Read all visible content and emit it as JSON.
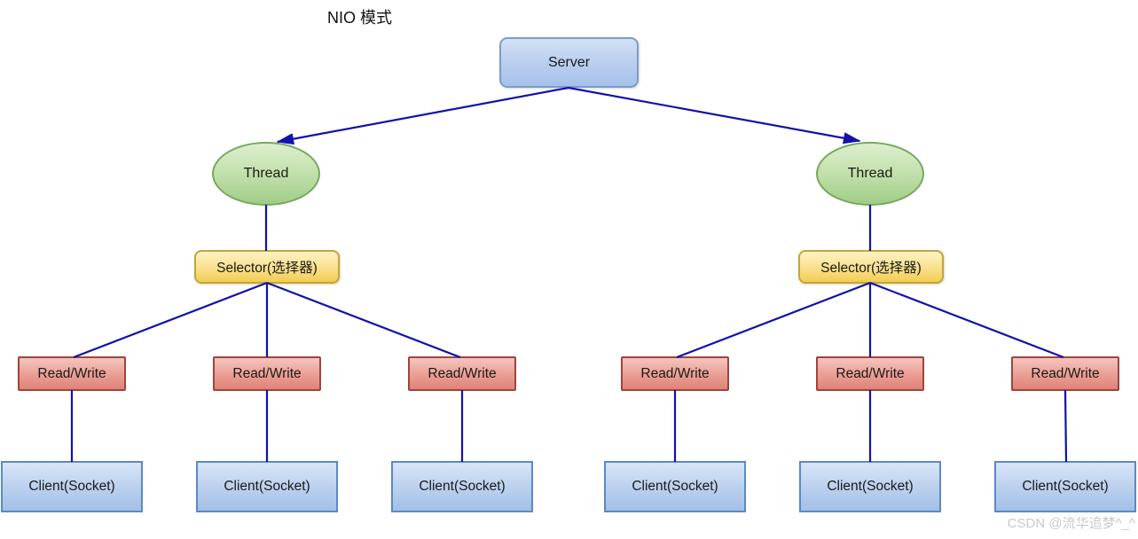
{
  "title": "NIO 模式",
  "watermark": "CSDN @流华追梦^_^",
  "diagram": {
    "type": "tree",
    "edge_color": "#1212a8",
    "nodes": {
      "server": {
        "label": "Server",
        "shape": "rounded-rect",
        "count": 1,
        "fill_top": "#d3e1f6",
        "fill_bottom": "#a6c1ea",
        "border": "#7d9cc9"
      },
      "thread": {
        "label": "Thread",
        "shape": "ellipse",
        "count": 2,
        "fill_top": "#dcefce",
        "fill_bottom": "#a0cd87",
        "border": "#78a85e"
      },
      "selector": {
        "label": "Selector(选择器)",
        "shape": "rounded-rect",
        "count": 2,
        "fill_top": "#fdf2c3",
        "fill_bottom": "#f2cd52",
        "border": "#c4a43c"
      },
      "read_write": {
        "label": "Read/Write",
        "shape": "rect",
        "count": 6,
        "fill_top": "#f4c5be",
        "fill_bottom": "#e08378",
        "border": "#9e443f"
      },
      "client": {
        "label": "Client(Socket)",
        "shape": "rect",
        "count": 6,
        "fill_top": "#d8e5f8",
        "fill_bottom": "#a2c0e7",
        "border": "#5d89c1"
      }
    },
    "edges": [
      {
        "from": "server",
        "to": "thread-left",
        "arrow": true
      },
      {
        "from": "server",
        "to": "thread-right",
        "arrow": true
      },
      {
        "from": "thread-left",
        "to": "selector-left",
        "arrow": false
      },
      {
        "from": "thread-right",
        "to": "selector-right",
        "arrow": false
      },
      {
        "from": "selector-left",
        "to": "read_write-1",
        "arrow": false
      },
      {
        "from": "selector-left",
        "to": "read_write-2",
        "arrow": false
      },
      {
        "from": "selector-left",
        "to": "read_write-3",
        "arrow": false
      },
      {
        "from": "selector-right",
        "to": "read_write-4",
        "arrow": false
      },
      {
        "from": "selector-right",
        "to": "read_write-5",
        "arrow": false
      },
      {
        "from": "selector-right",
        "to": "read_write-6",
        "arrow": false
      },
      {
        "from": "read_write-1",
        "to": "client-1",
        "arrow": false
      },
      {
        "from": "read_write-2",
        "to": "client-2",
        "arrow": false
      },
      {
        "from": "read_write-3",
        "to": "client-3",
        "arrow": false
      },
      {
        "from": "read_write-4",
        "to": "client-4",
        "arrow": false
      },
      {
        "from": "read_write-5",
        "to": "client-5",
        "arrow": false
      },
      {
        "from": "read_write-6",
        "to": "client-6",
        "arrow": false
      }
    ]
  }
}
